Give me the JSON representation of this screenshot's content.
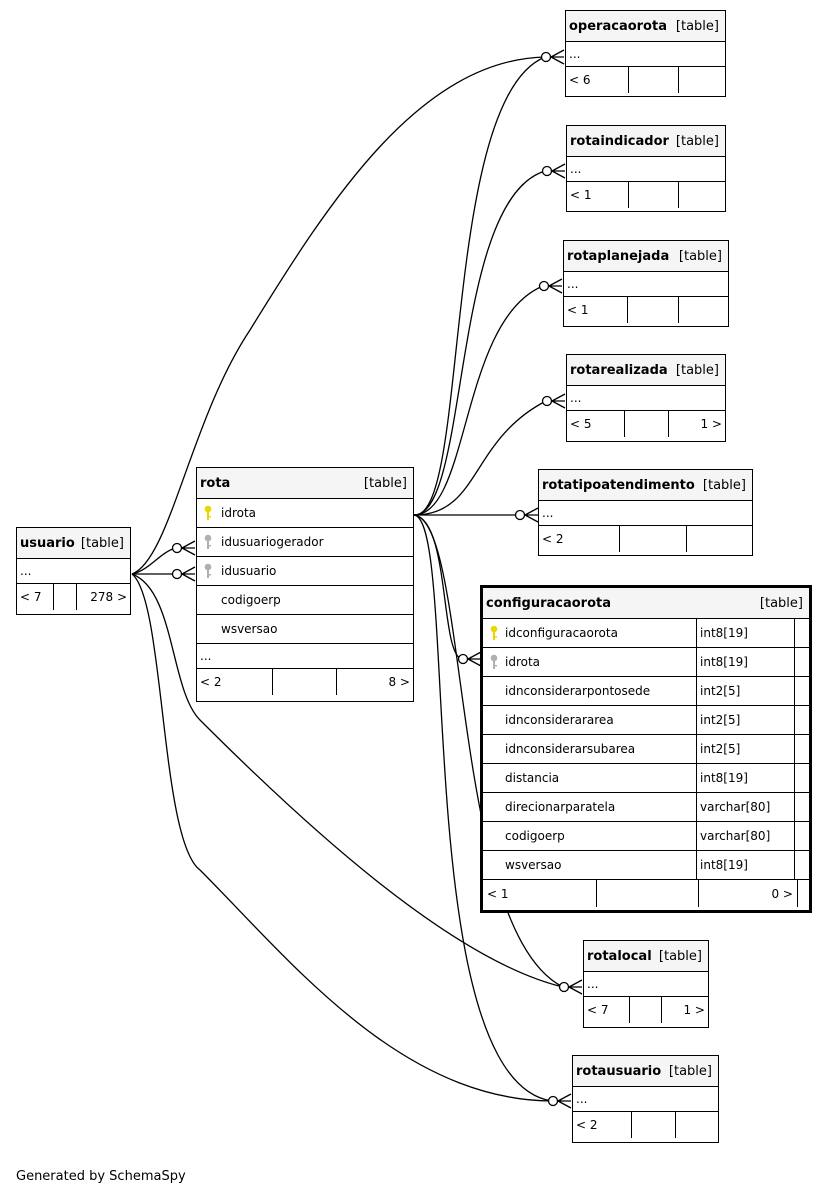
{
  "footer": "Generated by SchemaSpy",
  "colors": {
    "pk_key": "#e8d800",
    "fk_key": "#b0b0b0",
    "header_bg": "#f5f5f5",
    "line": "#000000"
  },
  "tables": {
    "operacaoorota_hidden": null,
    "operacaorota": {
      "name": "operacaorota",
      "type": "[table]",
      "ellipsis": "...",
      "footer": [
        "< 6",
        "",
        ""
      ]
    },
    "rotaindicador": {
      "name": "rotaindicador",
      "type": "[table]",
      "ellipsis": "...",
      "footer": [
        "< 1",
        "",
        ""
      ]
    },
    "rotaplanejada": {
      "name": "rotaplanejada",
      "type": "[table]",
      "ellipsis": "...",
      "footer": [
        "< 1",
        "",
        ""
      ]
    },
    "rotarealizada": {
      "name": "rotarealizada",
      "type": "[table]",
      "ellipsis": "...",
      "footer": [
        "< 5",
        "",
        "1 >"
      ]
    },
    "rotatipoatendimento": {
      "name": "rotatipoatendimento",
      "type": "[table]",
      "ellipsis": "...",
      "footer": [
        "< 2",
        "",
        ""
      ]
    },
    "usuario": {
      "name": "usuario",
      "type": "[table]",
      "ellipsis": "...",
      "footer": [
        "< 7",
        "",
        "278 >"
      ]
    },
    "rota": {
      "name": "rota",
      "type": "[table]",
      "columns": [
        {
          "name": "idrota",
          "key": "pk-key-icon"
        },
        {
          "name": "idusuariogerador",
          "key": "fk-key-icon"
        },
        {
          "name": "idusuario",
          "key": "fk-key-icon"
        },
        {
          "name": "codigoerp",
          "key": ""
        },
        {
          "name": "wsversao",
          "key": ""
        }
      ],
      "ellipsis": "...",
      "footer": [
        "< 2",
        "",
        "8 >"
      ]
    },
    "configuracaorota": {
      "name": "configuracaorota",
      "type": "[table]",
      "columns": [
        {
          "name": "idconfiguracaorota",
          "type": "int8[19]",
          "key": "pk-key-icon"
        },
        {
          "name": "idrota",
          "type": "int8[19]",
          "key": "fk-key-icon"
        },
        {
          "name": "idnconsiderarpontosede",
          "type": "int2[5]",
          "key": ""
        },
        {
          "name": "idnconsiderararea",
          "type": "int2[5]",
          "key": ""
        },
        {
          "name": "idnconsiderarsubarea",
          "type": "int2[5]",
          "key": ""
        },
        {
          "name": "distancia",
          "type": "int8[19]",
          "key": ""
        },
        {
          "name": "direcionarparatela",
          "type": "varchar[80]",
          "key": ""
        },
        {
          "name": "codigoerp",
          "type": "varchar[80]",
          "key": ""
        },
        {
          "name": "wsversao",
          "type": "int8[19]",
          "key": ""
        }
      ],
      "footer": [
        "< 1",
        "",
        "0 >"
      ]
    },
    "rotalocal": {
      "name": "rotalocal",
      "type": "[table]",
      "ellipsis": "...",
      "footer": [
        "< 7",
        "",
        "1 >"
      ]
    },
    "rotausuario": {
      "name": "rotausuario",
      "type": "[table]",
      "ellipsis": "...",
      "footer": [
        "< 2",
        "",
        ""
      ]
    }
  }
}
